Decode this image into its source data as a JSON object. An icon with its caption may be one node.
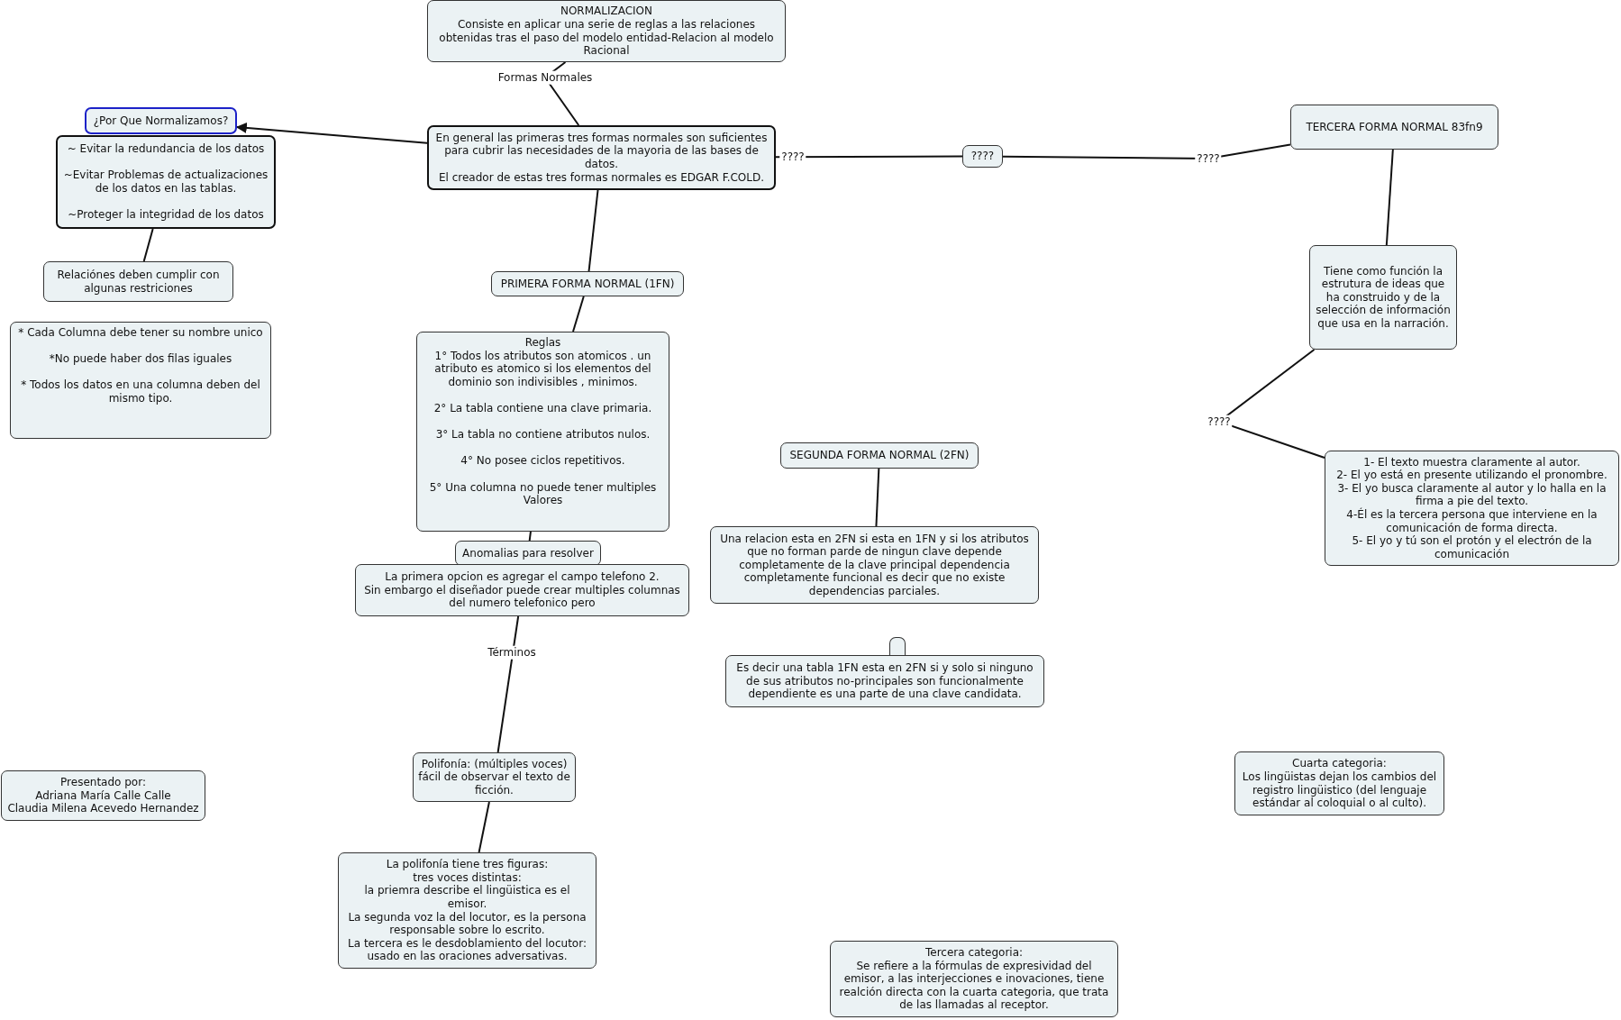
{
  "diagram": {
    "nodes": [
      {
        "text": [
          "NORMALIZACION",
          "Consiste en aplicar una serie de reglas a las relaciones obtenidas tras el paso del modelo entidad-Relacion al modelo Racional"
        ]
      },
      {
        "text": [
          "¿Por Que Normalizamos?"
        ]
      },
      {
        "text": [
          "~ Evitar la redundancia de los datos",
          "~Evitar Problemas de actualizaciones de los datos en las tablas.",
          "~Proteger la integridad de los datos"
        ]
      },
      {
        "text": [
          "En general las primeras tres formas normales son suficientes para cubrir las necesidades de la mayoria de las bases de datos.",
          "El creador de estas tres formas normales es EDGAR F.COLD."
        ]
      },
      {
        "text": [
          "????"
        ]
      },
      {
        "text": [
          "TERCERA FORMA NORMAL 83fn9"
        ]
      },
      {
        "text": [
          "Relaciónes deben cumplir con algunas restriciones"
        ]
      },
      {
        "text": [
          "* Cada Columna debe tener su nombre unico",
          "*No puede haber dos filas iguales",
          "* Todos los datos en una columna deben del mismo tipo."
        ]
      },
      {
        "text": [
          "PRIMERA FORMA NORMAL (1FN)"
        ]
      },
      {
        "text": [
          "Tiene como función la estrutura de ideas que ha construido y de la selección de información que usa en la narración."
        ]
      },
      {
        "text": [
          "Reglas",
          "1° Todos los atributos son atomicos . un atributo es atomico si los elementos del dominio son indivisibles , minimos.",
          "2° La tabla contiene una clave primaria.",
          "3° La tabla no contiene atributos nulos.",
          "4° No posee ciclos repetitivos.",
          "5° Una columna no puede tener multiples Valores"
        ]
      },
      {
        "text": [
          "SEGUNDA FORMA NORMAL (2FN)"
        ]
      },
      {
        "text": [
          "1- El texto muestra claramente al autor.",
          "2- El yo está en presente utilizando el pronombre.",
          "3- El yo busca claramente al autor y lo halla en la firma a pie del texto.",
          "4-Él es la tercera persona que interviene en la comunicación de forma directa.",
          "5- El yo y tú son el protón y el electrón de la comunicación"
        ]
      },
      {
        "text": [
          "Anomalias para resolver"
        ]
      },
      {
        "text": [
          "La primera opcion es agregar el campo telefono 2.",
          "Sin embargo el diseñador puede crear multiples columnas del numero telefonico pero"
        ]
      },
      {
        "text": [
          "Una relacion esta en 2FN si esta en 1FN y si los atributos que no forman parde de ningun clave depende completamente de la clave principal dependencia completamente funcional es decir que no existe dependencias parciales."
        ]
      },
      {
        "text": [],
        "shape": "box"
      },
      {
        "text": [
          "Es decir una tabla 1FN esta en 2FN si y solo si ninguno de sus atributos no-principales son funcionalmente dependiente es una parte de una clave candidata."
        ]
      },
      {
        "text": [
          "Cuarta categoria:",
          "Los lingüistas dejan los cambios del registro lingüistico (del lenguaje estándar al coloquial o al culto)."
        ]
      },
      {
        "text": [
          "Presentado por:",
          "Adriana María Calle Calle",
          "Claudia Milena Acevedo Hernandez"
        ]
      },
      {
        "text": [
          "Polifonía: (múltiples voces) fácil de observar el texto de ficción."
        ]
      },
      {
        "text": [
          "La polifonía tiene tres figuras:",
          "tres voces distintas:",
          "la priemra describe el lingüistica es el emisor.",
          "La segunda voz la del locutor, es la persona responsable sobre lo escrito.",
          "La tercera es le desdoblamiento del locutor: usado en las oraciones adversativas."
        ]
      },
      {
        "text": [
          "Tercera categoria:",
          "Se refiere a la fórmulas de expresividad del emisor, a las interjecciones e inovaciones, tiene realción directa con la cuarta categoria, que trata de las llamadas al receptor."
        ]
      }
    ],
    "edges": [
      {
        "from": 0,
        "to": 3,
        "arrow": "none",
        "label": "Formas Normales"
      },
      {
        "from": 3,
        "to": 1,
        "arrow": "to"
      },
      {
        "from": 3,
        "to": 4,
        "arrow": "none",
        "label": "????"
      },
      {
        "from": 4,
        "to": 5,
        "arrow": "none",
        "label": "????"
      },
      {
        "from": 2,
        "to": 6,
        "arrow": "none"
      },
      {
        "from": 3,
        "to": 8,
        "arrow": "none"
      },
      {
        "from": 8,
        "to": 10,
        "arrow": "none"
      },
      {
        "from": 5,
        "to": 9,
        "arrow": "none"
      },
      {
        "from": 9,
        "to": 12,
        "arrow": "none",
        "label": "????"
      },
      {
        "from": 10,
        "to": 13,
        "arrow": "none"
      },
      {
        "from": 11,
        "to": 15,
        "arrow": "none"
      },
      {
        "from": 14,
        "to": 20,
        "arrow": "none",
        "label": "Términos"
      },
      {
        "from": 20,
        "to": 21,
        "arrow": "none"
      }
    ]
  }
}
